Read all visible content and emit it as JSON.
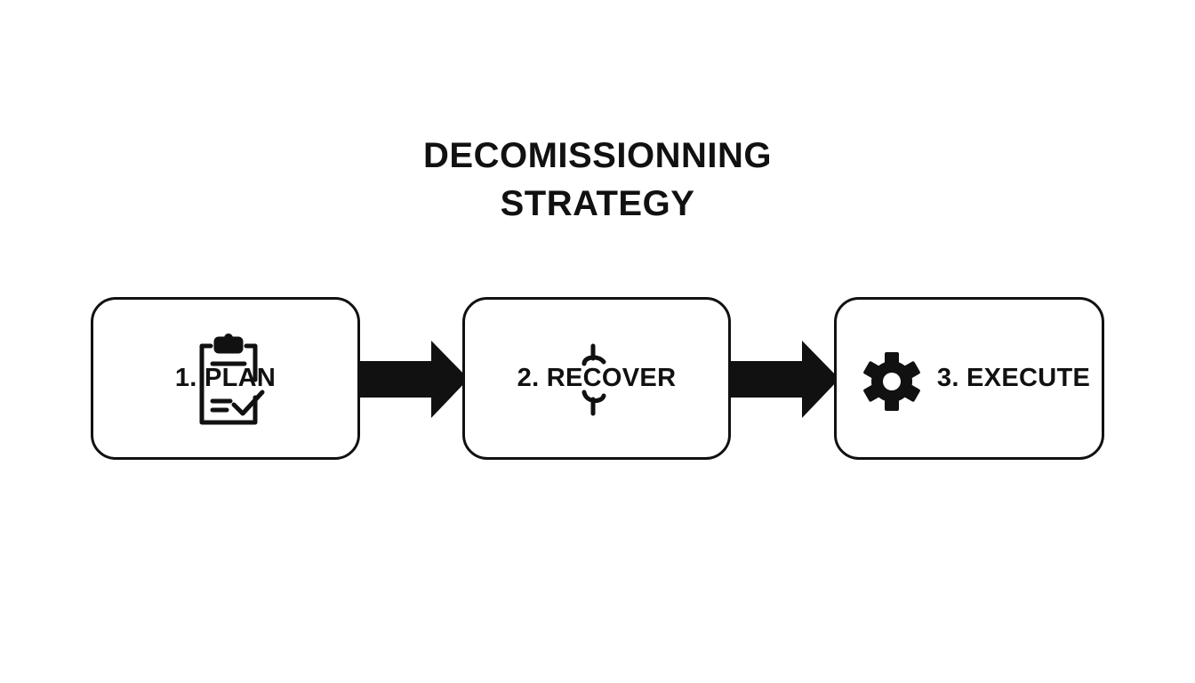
{
  "diagram": {
    "title_line1": "DECOMISSIONNING",
    "title_line2": "STRATEGY",
    "steps": [
      {
        "label": "1. PLAN",
        "icon": "clipboard-check-icon"
      },
      {
        "label": "2. RECOVER",
        "icon": "dollar-icon"
      },
      {
        "label": "3. EXECUTE",
        "icon": "gear-icon"
      }
    ],
    "colors": {
      "stroke": "#111111",
      "background": "#ffffff"
    }
  }
}
